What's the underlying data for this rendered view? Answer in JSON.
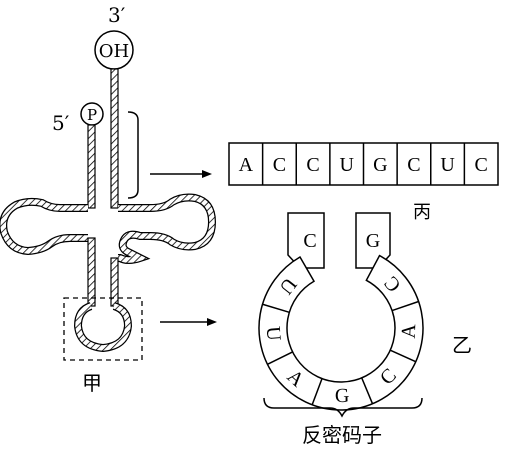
{
  "trna": {
    "end_3_label": "3′",
    "end_5_label": "5′",
    "oh_label": "OH",
    "p_label": "P",
    "label": "甲"
  },
  "sequence_bing": {
    "bases": [
      "A",
      "C",
      "C",
      "U",
      "G",
      "C",
      "U",
      "C"
    ],
    "label": "丙"
  },
  "anticodon_loop": {
    "label": "乙",
    "stem_left": "C",
    "stem_right": "G",
    "loop_bases": [
      "U",
      "U",
      "A",
      "G",
      "C",
      "A",
      "C"
    ],
    "bracket_label": "反密码子"
  },
  "colors": {
    "stroke": "#000000",
    "fill": "#ffffff"
  }
}
